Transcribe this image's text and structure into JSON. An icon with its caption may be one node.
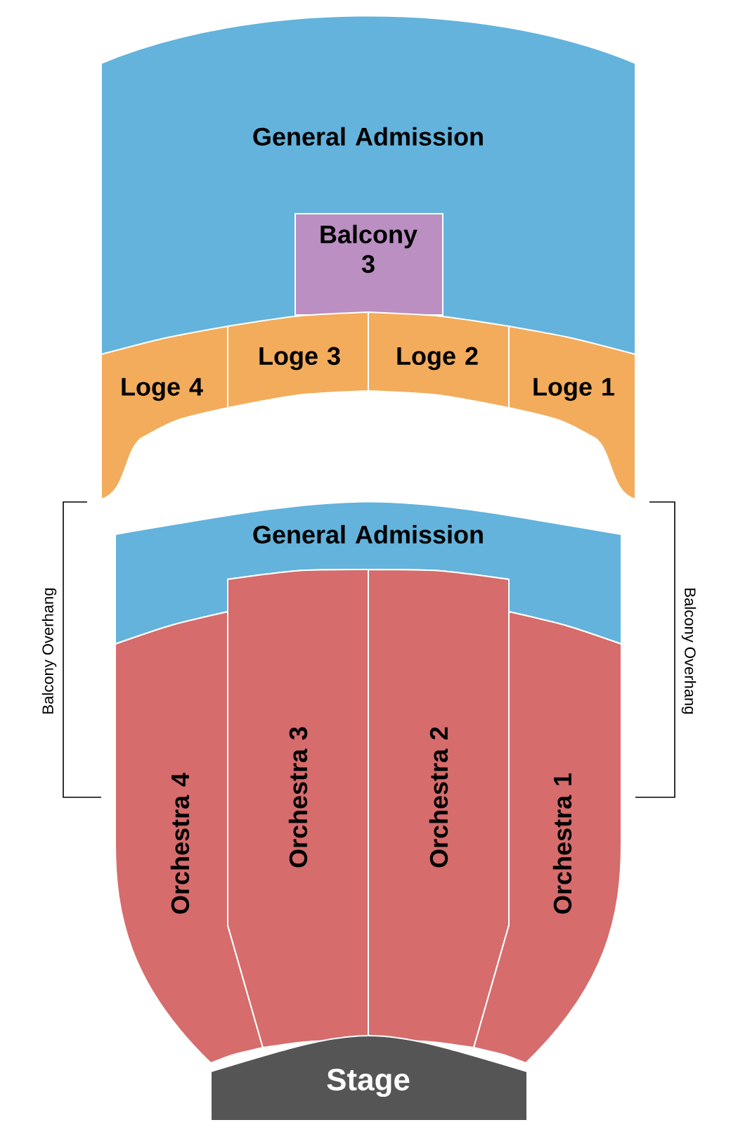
{
  "diagram": {
    "nodes": [
      {
        "text": [
          "General Admission"
        ]
      },
      {
        "text": [
          "Balcony 3"
        ],
        "in": 0
      },
      {
        "text": [
          "Loge 4"
        ]
      },
      {
        "text": [
          "Loge 3"
        ]
      },
      {
        "text": [
          "Loge 2"
        ]
      },
      {
        "text": [
          "Loge 1"
        ]
      },
      {
        "text": [
          "General Admission"
        ]
      },
      {
        "text": [
          "Orchestra 4"
        ]
      },
      {
        "text": [
          "Orchestra 3"
        ]
      },
      {
        "text": [
          "Orchestra 2"
        ]
      },
      {
        "text": [
          "Orchestra 1"
        ]
      },
      {
        "text": [
          "Stage"
        ]
      }
    ],
    "labels": [
      "Balcony Overhang",
      "Balcony Overhang"
    ]
  }
}
